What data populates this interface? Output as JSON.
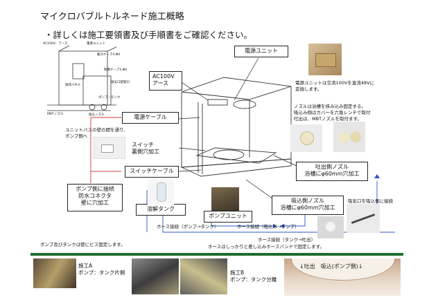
{
  "header": {
    "title": "マイクロバブルトルネード施工概略",
    "subtitle": "・詳しくは施工要領書及び手順書をご確認ください。"
  },
  "small_diagram": {
    "labels": [
      "AC100V、アース",
      "電源ユニット",
      "動力ケーブルΦ6",
      "制御ケーブルΦ6",
      "操作パネル",
      "吸気口配管口",
      "ポンプ・タンク",
      "MBTノズル",
      "吸込ノズル"
    ]
  },
  "callouts": {
    "power_unit": "電源ユニット",
    "ac100v_line1": "AC100V",
    "ac100v_line2": "アース",
    "power_cable": "電源ケーブル",
    "switch_line1": "スイッチ",
    "switch_line2": "裏側穴加工",
    "switch_cable": "スイッチケーブル",
    "pump_conn_line1": "ポンプ側に接続",
    "pump_conn_line2": "防水コネクタ",
    "pump_conn_line3": "壁に穴加工",
    "dissolve_tank": "溶解タンク",
    "pump_unit": "ポンプユニット",
    "discharge_line1": "吐出側ノズル",
    "discharge_line2": "浴槽にφ60mm穴加工",
    "suction_line1": "吸込側ノズル",
    "suction_line2": "浴槽にφ60mm穴加工"
  },
  "notes": {
    "power_unit_desc": [
      "電源ユニットは交流100Vを直流48Vに",
      "変換します。"
    ],
    "nozzle_desc": [
      "ノズルは浴槽を挟み込み固定する。",
      "吸込み側はカバーを六角レンチで取付",
      "吐出は、MBTノズルを取付ます。"
    ],
    "wall_route": [
      "ユニットバスの壁の間を通り、",
      "ポンプ側へ"
    ],
    "intake_desc": "吸気口を吸込側に接続",
    "hose_pump_tank": "ホース接続（ポンプ→タンク）",
    "hose_suction_pump": "ホース接続（吸込み→ポンプ）",
    "hose_tank_discharge": "ホース接続（タンク→吐出）",
    "hose_band": "ホースはしっかりと差し込みホースバンドで固定します。",
    "screw_fix": "ポンプ及びタンクは壁にビス固定します。"
  },
  "bottom": {
    "caseA_line1": "施工A",
    "caseA_line2": "ポンプ：タンク片側",
    "caseB_line1": "施工B",
    "caseB_line2": "ポンプ：タンク分離",
    "tub_label": "↓吐出　吸込(ポンプ側)↓"
  },
  "colors": {
    "accent_bar": "#1e6b2e",
    "connector_line": "#2a56c6",
    "wall_line": "#d23a3a"
  }
}
